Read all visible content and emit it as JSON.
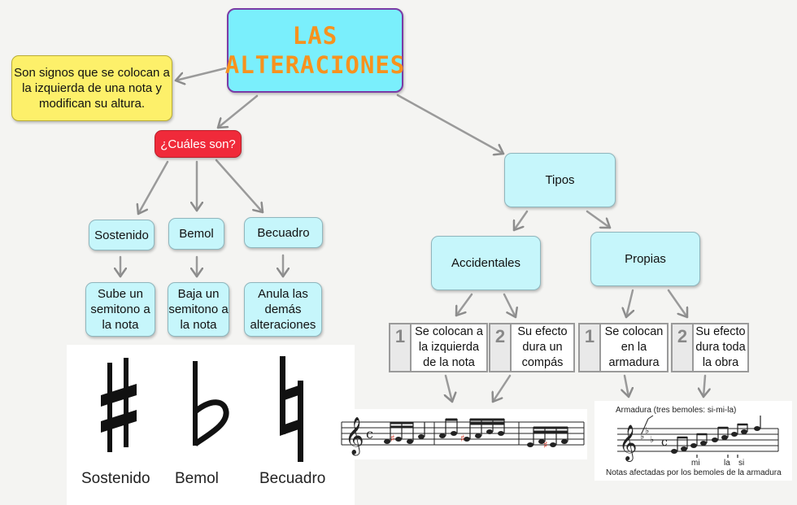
{
  "title": {
    "line1": "LAS",
    "line2": "ALTERACIONES"
  },
  "definition": {
    "text": "Son signos que se colocan a la izquierda de una nota y modifican su altura."
  },
  "question": {
    "text": "¿Cuáles son?"
  },
  "kinds": [
    {
      "label": "Sostenido",
      "description": "Sube un semitono a la nota"
    },
    {
      "label": "Bemol",
      "description": "Baja un semitono a la nota"
    },
    {
      "label": "Becuadro",
      "description": "Anula las demás alteraciones"
    }
  ],
  "types": {
    "label": "Tipos",
    "accidentales": {
      "label": "Accidentales",
      "facts": [
        {
          "num": "1",
          "text": "Se colocan a la izquierda de la nota"
        },
        {
          "num": "2",
          "text": "Su efecto dura un compás"
        }
      ]
    },
    "propias": {
      "label": "Propias",
      "facts": [
        {
          "num": "1",
          "text": "Se colocan en la armadura"
        },
        {
          "num": "2",
          "text": "Su efecto dura toda la obra"
        }
      ]
    }
  },
  "symbols": {
    "sostenido": "Sostenido",
    "bemol": "Bemol",
    "becuadro": "Becuadro"
  },
  "armadura_example": {
    "caption_top": "Armadura (tres bemoles: si-mi-la)",
    "note_mi": "mi",
    "note_la": "la",
    "note_si": "si",
    "caption_bottom": "Notas afectadas por los bemoles de la armadura"
  },
  "colors": {
    "cyan": "#c6f6fb",
    "title_bg": "#7aeffc",
    "title_text": "#f7921e",
    "yellow": "#fdf06a",
    "red": "#f02a3a"
  }
}
